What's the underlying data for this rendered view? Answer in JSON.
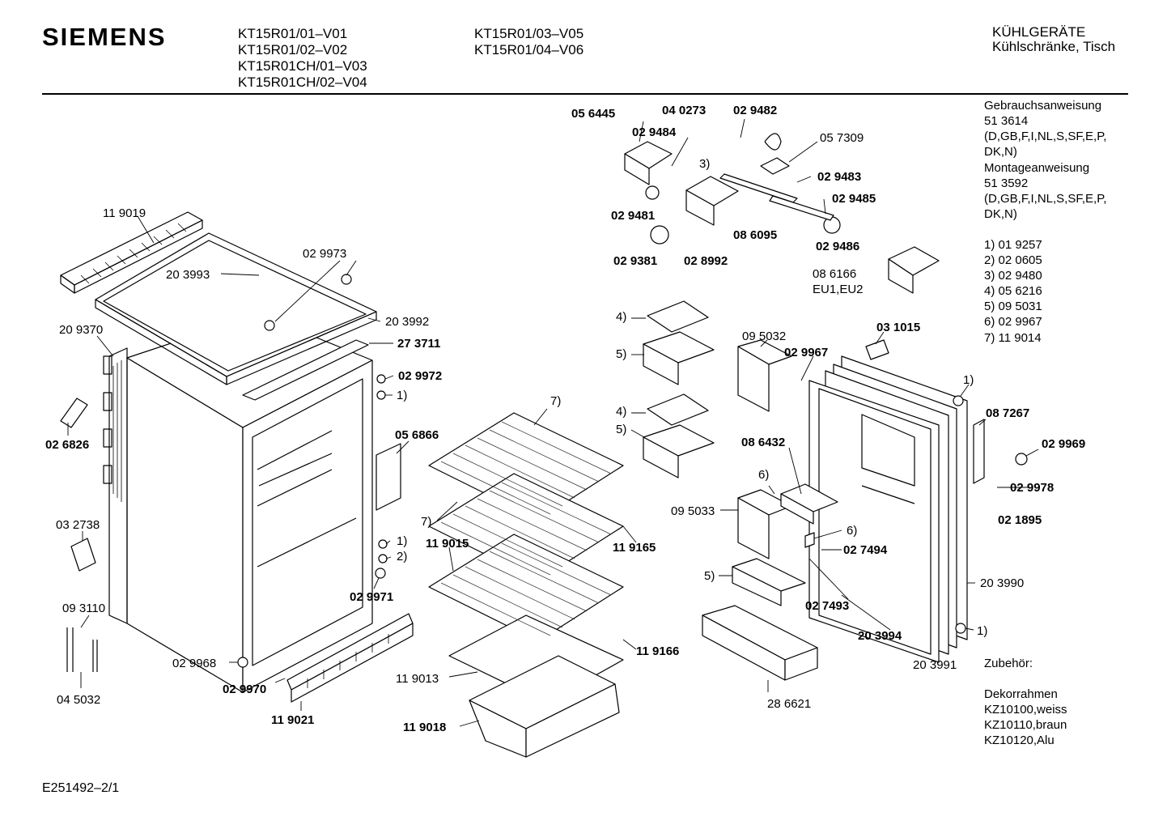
{
  "header": {
    "brand": "SIEMENS",
    "models_col1": [
      "KT15R01/01–V01",
      "KT15R01/02–V02",
      "KT15R01CH/01–V03",
      "KT15R01CH/02–V04"
    ],
    "models_col2": [
      "KT15R01/03–V05",
      "KT15R01/04–V06"
    ],
    "category": "KÜHLGERÄTE",
    "subcategory": "Kühlschränke, Tisch"
  },
  "sidebar": {
    "lines": [
      "Gebrauchsanweisung",
      "51 3614",
      "(D,GB,F,I,NL,S,SF,E,P,",
      "DK,N)",
      "Montageanweisung",
      "51 3592",
      "(D,GB,F,I,NL,S,SF,E,P,",
      "DK,N)"
    ],
    "footnotes": [
      "1) 01 9257",
      "2) 02 0605",
      "3) 02 9480",
      "4) 05 6216",
      "5) 09 5031",
      "6) 02 9967",
      "7) 11 9014"
    ],
    "accessories_title": "Zubehör:",
    "accessories": [
      "Dekorrahmen",
      "KZ10100,weiss",
      "KZ10110,braun",
      "KZ10120,Alu"
    ]
  },
  "labels": {
    "p056445": "05 6445",
    "p040273": "04 0273",
    "p029482": "02 9482",
    "p029484": "02 9484",
    "p057309": "05 7309",
    "p3": "3)",
    "p029483": "02 9483",
    "p029485": "02 9485",
    "p029481": "02 9481",
    "p086095": "08 6095",
    "p029486": "02 9486",
    "p029381": "02 9381",
    "p028992": "02 8992",
    "p086166": "08 6166",
    "pEU": "EU1,EU2",
    "p119019": "11 9019",
    "p203993": "20 3993",
    "p029973": "02 9973",
    "p203992": "20 3992",
    "p209370": "20 9370",
    "p273711": "27 3711",
    "p029972": "02 9972",
    "p1a": "1)",
    "p026826": "02 6826",
    "p056866": "05 6866",
    "p032738": "03 2738",
    "p1b": "1)",
    "p2": "2)",
    "p029971": "02 9971",
    "p093110": "09 3110",
    "p045032": "04 5032",
    "p029968": "02 9968",
    "p029970": "02 9970",
    "p119021": "11 9021",
    "p7a": "7)",
    "p7b": "7)",
    "p119015": "11 9015",
    "p119165": "11 9165",
    "p119166": "11 9166",
    "p119013": "11 9013",
    "p119018": "11 9018",
    "p4a": "4)",
    "p5a": "5)",
    "p4b": "4)",
    "p5b": "5)",
    "p5c": "5)",
    "p095032": "09 5032",
    "p029967": "02 9967",
    "p031015": "03 1015",
    "p086432": "08 6432",
    "p6a": "6)",
    "p095033": "09 5033",
    "p6b": "6)",
    "p027494": "02 7494",
    "p027493": "02 7493",
    "p203994": "20 3994",
    "p286621": "28 6621",
    "p1c": "1)",
    "p087267": "08 7267",
    "p029969": "02 9969",
    "p029978": "02 9978",
    "p021895": "02 1895",
    "p203990": "20 3990",
    "p1d": "1)",
    "p203991": "20 3991"
  },
  "footer": {
    "doc_id": "E251492–2/1"
  }
}
